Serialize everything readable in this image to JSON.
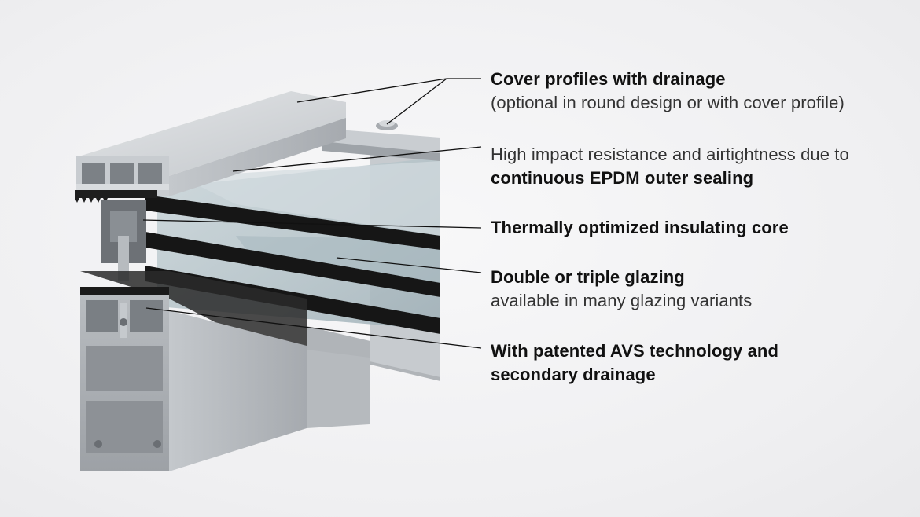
{
  "callouts": [
    {
      "line1": "Cover profiles with drainage",
      "line1_bold": true,
      "line2": "(optional in round design or with cover profile)",
      "line2_bold": false
    },
    {
      "line1": "High impact resistance and airtightness due to",
      "line1_bold": false,
      "line2": "continuous EPDM outer sealing",
      "line2_bold": true
    },
    {
      "line1": "Thermally optimized insulating core",
      "line1_bold": true
    },
    {
      "line1": "Double or triple glazing",
      "line1_bold": true,
      "line2": "available in many glazing variants",
      "line2_bold": false
    },
    {
      "line1": "With patented AVS technology and",
      "line1_bold": true,
      "line2": "secondary drainage",
      "line2_bold": true
    }
  ],
  "colors": {
    "aluminium_light": "#d7dadd",
    "aluminium_mid": "#b5b9bd",
    "aluminium_dark": "#8e9297",
    "glass": "#b7c6cc",
    "seal": "#1a1a1a",
    "leader_line": "#111111"
  }
}
